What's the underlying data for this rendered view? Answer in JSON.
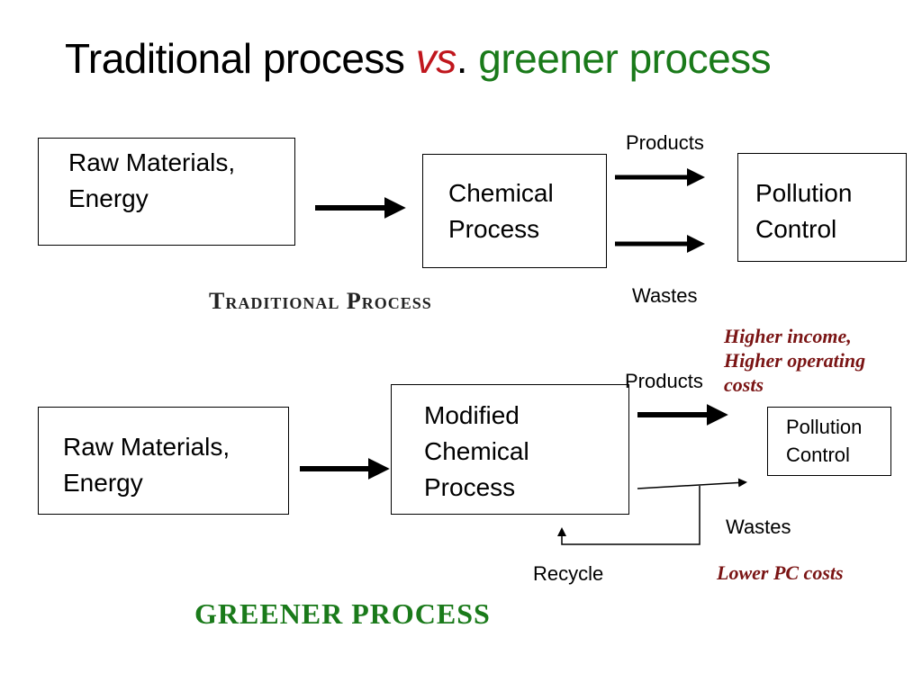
{
  "title": {
    "part1": "Traditional process ",
    "vs": "vs",
    "dot": ". ",
    "part2": "greener process"
  },
  "traditional": {
    "input_line1": "Raw Materials,",
    "input_line2": "Energy",
    "process_line1": "Chemical",
    "process_line2": "Process",
    "control_line1": "Pollution",
    "control_line2": "Control",
    "products_label": "Products",
    "wastes_label": "Wastes",
    "section_label": "Traditional Process"
  },
  "greener": {
    "input_line1": "Raw Materials,",
    "input_line2": "Energy",
    "process_line1": "Modified",
    "process_line2": "Chemical",
    "process_line3": "Process",
    "control_line1": "Pollution",
    "control_line2": "Control",
    "products_label": "Products",
    "wastes_label": "Wastes",
    "recycle_label": "Recycle",
    "section_label": "GREENER PROCESS",
    "note_top_line1": "Higher income,",
    "note_top_line2": "Higher operating",
    "note_top_line3": "costs",
    "note_bottom": "Lower PC costs"
  },
  "colors": {
    "vs": "#c0161d",
    "green": "#1a7a1a",
    "maroon": "#7a1414"
  }
}
